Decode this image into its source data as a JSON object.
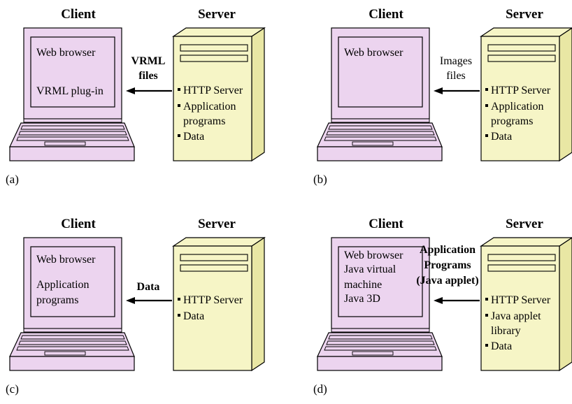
{
  "colors": {
    "client_fill": "#ECD4EF",
    "server_fill": "#F6F5C6",
    "server_side": "#E9E7A4",
    "stroke": "#000000"
  },
  "panels": [
    {
      "panel_label": "(a)",
      "client_title": "Client",
      "server_title": "Server",
      "screen_lines": [
        "Web browser",
        "VRML plug-in"
      ],
      "transfer_label": [
        "VRML",
        "files"
      ],
      "transfer_bold": true,
      "server_items": [
        {
          "lines": [
            "HTTP Server"
          ]
        },
        {
          "lines": [
            "Application",
            "programs"
          ]
        },
        {
          "lines": [
            "Data"
          ]
        }
      ]
    },
    {
      "panel_label": "(b)",
      "client_title": "Client",
      "server_title": "Server",
      "screen_lines": [
        "Web browser"
      ],
      "transfer_label": [
        "Images",
        "files"
      ],
      "transfer_bold": false,
      "server_items": [
        {
          "lines": [
            "HTTP Server"
          ]
        },
        {
          "lines": [
            "Application",
            "programs"
          ]
        },
        {
          "lines": [
            "Data"
          ]
        }
      ]
    },
    {
      "panel_label": "(c)",
      "client_title": "Client",
      "server_title": "Server",
      "screen_lines": [
        "Web browser",
        "Application",
        "programs"
      ],
      "transfer_label": [
        "Data"
      ],
      "transfer_bold": true,
      "server_items": [
        {
          "lines": [
            "HTTP Server"
          ]
        },
        {
          "lines": [
            "Data"
          ]
        }
      ]
    },
    {
      "panel_label": "(d)",
      "client_title": "Client",
      "server_title": "Server",
      "screen_lines": [
        "Web browser",
        "Java virtual",
        "machine",
        "Java 3D"
      ],
      "transfer_label": [
        "Application",
        "Programs",
        "(Java applet)"
      ],
      "transfer_bold": true,
      "server_items": [
        {
          "lines": [
            "HTTP Server"
          ]
        },
        {
          "lines": [
            "Java applet",
            "library"
          ]
        },
        {
          "lines": [
            "Data"
          ]
        }
      ]
    }
  ]
}
